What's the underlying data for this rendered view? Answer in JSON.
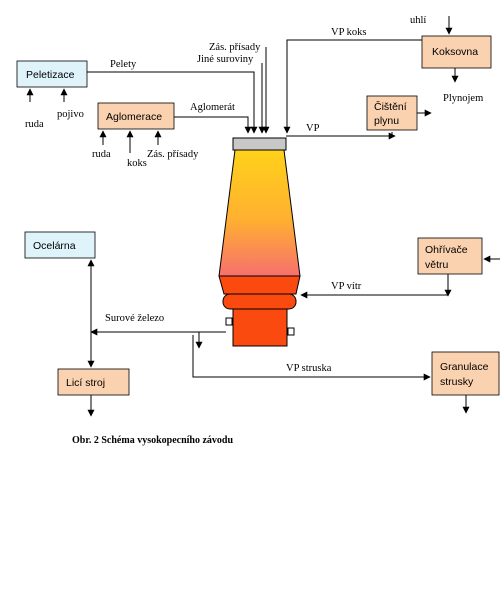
{
  "colors": {
    "blue_box": "#dff3fb",
    "orange_box": "#fbd2b0",
    "furnace_top": "#ffd21a",
    "furnace_bottom": "#f7706e",
    "hearth": "#fb4a10",
    "lid": "#c8c8c8"
  },
  "boxes": {
    "peletizace": "Peletizace",
    "aglomerace": "Aglomerace",
    "koksovna": "Koksovna",
    "cisteni_line1": "Čištění",
    "cisteni_line2": "plynu",
    "ocelarna": "Ocelárna",
    "ohrivace_line1": "Ohřívače",
    "ohrivace_line2": "větru",
    "lici_stroj": "Licí stroj",
    "granulace_line1": "Granulace",
    "granulace_line2": "strusky"
  },
  "labels": {
    "uhli": "uhlí",
    "vp_koks": "VP koks",
    "zas_prisady_top": "Zás. přísady",
    "jine_suroviny": "Jiné suroviny",
    "pelety": "Pelety",
    "ruda_1": "ruda",
    "pojivo": "pojivo",
    "aglomerat": "Aglomerát",
    "plynojem": "Plynojem",
    "vp": "VP",
    "ruda_2": "ruda",
    "koks": "koks",
    "zas_prisady_bottom": "Zás. přísady",
    "vp_vitr": "VP vítr",
    "surove_zelezo": "Surové železo",
    "vp_struska": "VP struska"
  },
  "caption": "Obr. 2   Schéma vysokopecního závodu"
}
